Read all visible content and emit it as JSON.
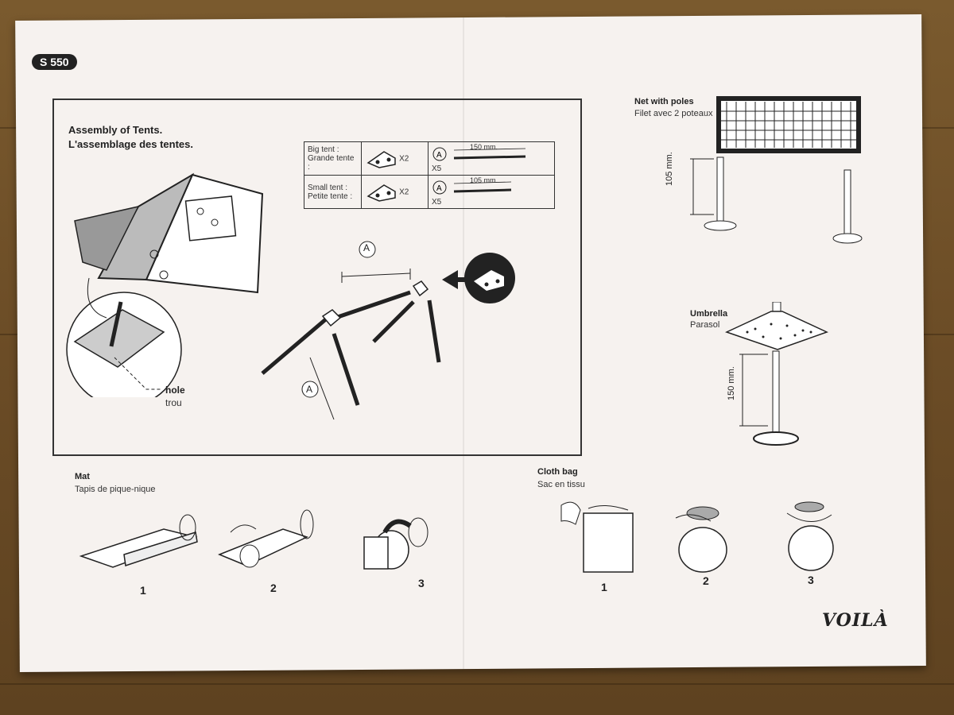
{
  "document": {
    "code": "S 550",
    "brand": "VOILÀ"
  },
  "tents": {
    "title_en": "Assembly of Tents.",
    "title_fr": "L'assemblage des tentes.",
    "big_en": "Big tent :",
    "big_fr": "Grande tente :",
    "small_en": "Small tent :",
    "small_fr": "Petite tente :",
    "connector_qty": "X2",
    "pole_qty": "X5",
    "big_length": "150 mm.",
    "small_length": "105 mm.",
    "label_a": "A",
    "hole_en": "hole",
    "hole_fr": "trou"
  },
  "net": {
    "title_en": "Net with poles",
    "title_fr": "Filet avec 2 poteaux",
    "dimension": "105 mm."
  },
  "umbrella": {
    "title_en": "Umbrella",
    "title_fr": "Parasol",
    "dimension": "150 mm."
  },
  "mat": {
    "title_en": "Mat",
    "title_fr": "Tapis de pique-nique",
    "steps": [
      "1",
      "2",
      "3"
    ]
  },
  "bag": {
    "title_en": "Cloth bag",
    "title_fr": "Sac en tissu",
    "steps": [
      "1",
      "2",
      "3"
    ]
  }
}
